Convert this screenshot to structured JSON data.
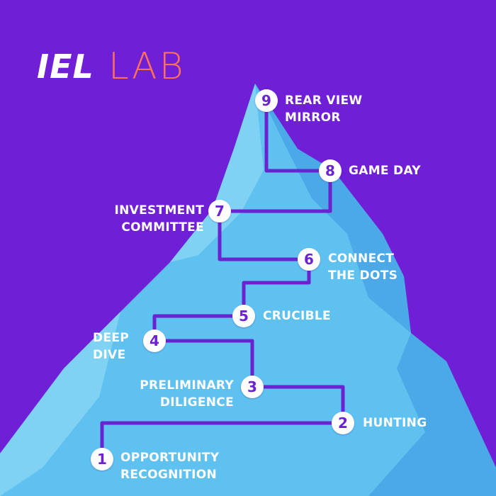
{
  "logo": {
    "part1": "IEL",
    "part2": "LAB"
  },
  "colors": {
    "background": "#6f1fd6",
    "mountain_light": "#7fd2f4",
    "mountain_mid": "#5fc1ef",
    "mountain_dark": "#4aa9e6",
    "path": "#6b23d1",
    "accent": "#ff6f5c",
    "text": "#ffffff"
  },
  "steps": [
    {
      "number": "1",
      "lines": [
        "OPPORTUNITY",
        "RECOGNITION"
      ]
    },
    {
      "number": "2",
      "lines": [
        "HUNTING"
      ]
    },
    {
      "number": "3",
      "lines": [
        "PRELIMINARY",
        "DILIGENCE"
      ]
    },
    {
      "number": "4",
      "lines": [
        "DEEP",
        "DIVE"
      ]
    },
    {
      "number": "5",
      "lines": [
        "CRUCIBLE"
      ]
    },
    {
      "number": "6",
      "lines": [
        "CONNECT",
        "THE DOTS"
      ]
    },
    {
      "number": "7",
      "lines": [
        "INVESTMENT",
        "COMMITTEE"
      ]
    },
    {
      "number": "8",
      "lines": [
        "GAME DAY"
      ]
    },
    {
      "number": "9",
      "lines": [
        "REAR VIEW",
        "MIRROR"
      ]
    }
  ]
}
